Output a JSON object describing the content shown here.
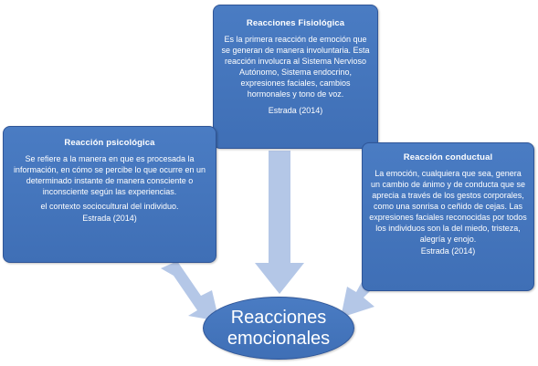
{
  "colors": {
    "box_fill": "#4472c4",
    "box_border": "#2f5597",
    "arrow_fill": "#b4c7e7",
    "text": "#ffffff"
  },
  "center": {
    "line1": "Reacciones",
    "line2": "emocionales"
  },
  "fisiologica": {
    "title": "Reacciones Fisiológica",
    "body": "Es la primera reacción de emoción que se generan de manera involuntaria. Esta reacción involucra al Sistema Nervioso Autónomo, Sistema endocrino, expresiones faciales, cambios hormonales y tono de voz.",
    "citation": "Estrada (2014)"
  },
  "psicologica": {
    "title": "Reacción psicológica",
    "body": "Se refiere a la manera en que es procesada la información, en cómo se percibe lo que ocurre en un determinado instante de manera consciente o inconsciente según las experiencias.",
    "extra": "el contexto sociocultural del individuo.",
    "citation": "Estrada (2014)"
  },
  "conductual": {
    "title": "Reacción conductual",
    "body": "La emoción, cualquiera que sea, genera un cambio de ánimo y de conducta que se aprecia a través de los gestos corporales, como una sonrisa o ceñido de cejas. Las expresiones faciales reconocidas por todos los individuos son la del miedo, tristeza, alegría y enojo.",
    "citation": "Estrada (2014)"
  }
}
